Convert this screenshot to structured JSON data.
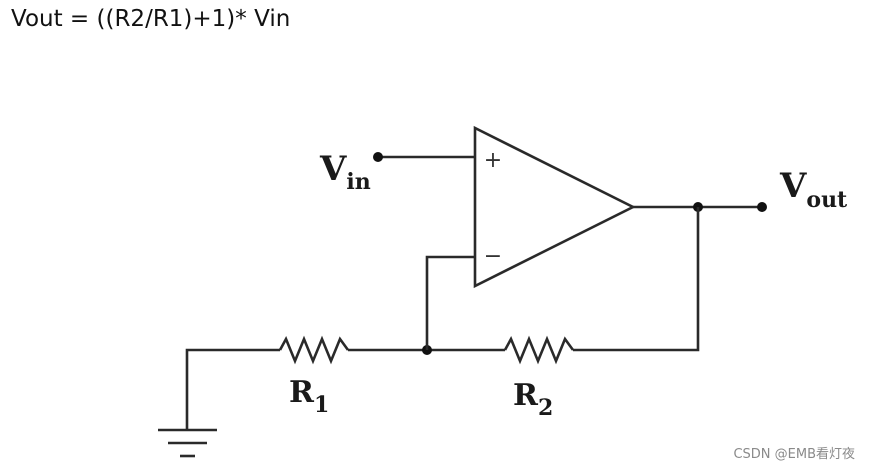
{
  "formula": "Vout = ((R2/R1)+1)* Vin",
  "labels": {
    "vin_main": "V",
    "vin_sub": "in",
    "vout_main": "V",
    "vout_sub": "out",
    "r1_main": "R",
    "r1_sub": "1",
    "r2_main": "R",
    "r2_sub": "2",
    "plus": "+",
    "minus": "−"
  },
  "watermark": "CSDN @EMB看灯夜"
}
